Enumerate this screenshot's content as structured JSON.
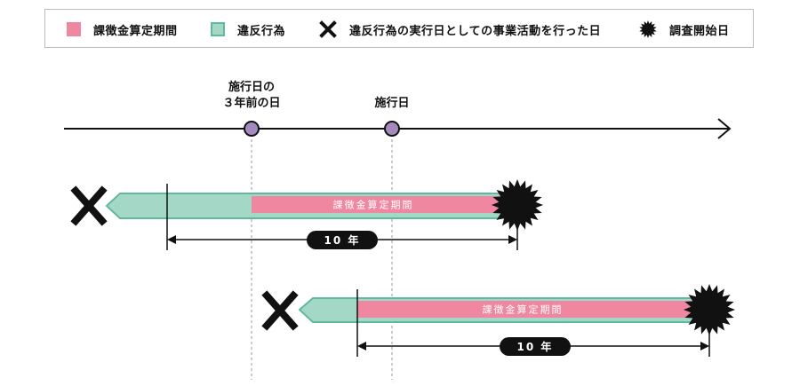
{
  "legend": {
    "surcharge_period": "課徴金算定期間",
    "violation": "違反行為",
    "last_act_day": "違反行為の実行日としての事業活動を行った日",
    "investigation_start": "調査開始日"
  },
  "timeline": {
    "three_years_before_line1": "施行日の",
    "three_years_before_line2": "３年前の日",
    "enforcement_day": "施行日"
  },
  "rows": [
    {
      "period_label": "課徴金算定期間",
      "duration_label": "10 年"
    },
    {
      "period_label": "課徴金算定期間",
      "duration_label": "10 年"
    }
  ],
  "colors": {
    "surcharge": "#ef87a1",
    "violation_fill": "#a3d8c7",
    "violation_border": "#5fb8a0",
    "marker": "#a58bbd"
  }
}
